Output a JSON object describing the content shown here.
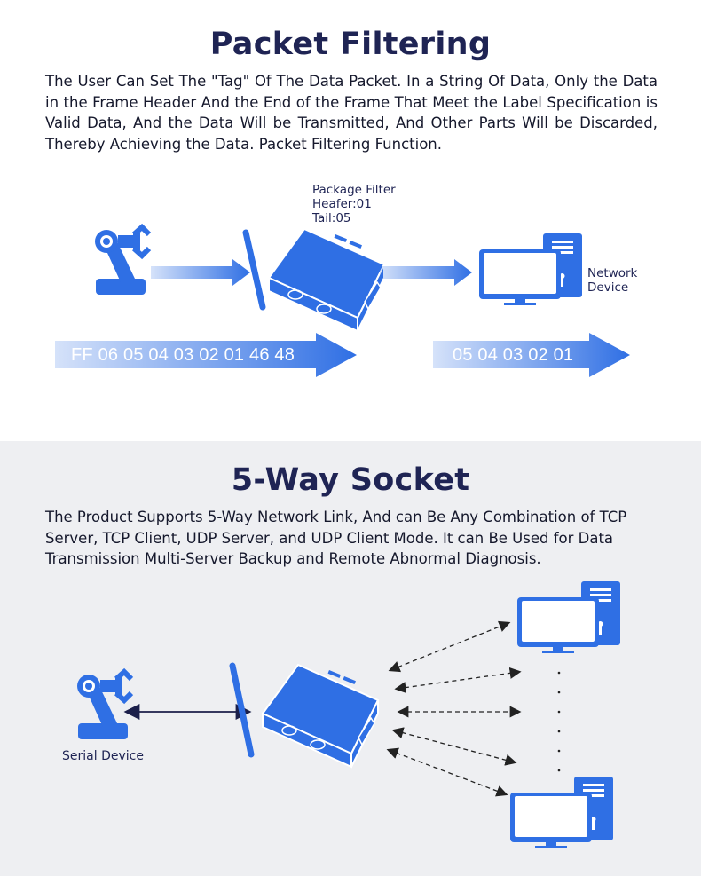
{
  "section1": {
    "title": "Packet Filtering",
    "description": "The User Can Set The \"Tag\" Of The Data Packet. In a String Of Data, Only the Data in the Frame Header And the End of the Frame That Meet the Label Specification is Valid Data, And the Data Will be Transmitted, And Other Parts Will be Discarded, Thereby Achieving the Data. Packet Filtering Function.",
    "filter_label": {
      "line1": "Package Filter",
      "line2": "Heafer:01",
      "line3": "Tail:05"
    },
    "target_label": {
      "line1": "Network",
      "line2": "Device"
    },
    "input_data": "FF 06 05 04 03 02 01 46 48",
    "output_data": "05 04 03 02 01"
  },
  "section2": {
    "title": "5-Way Socket",
    "description": "The Product Supports 5-Way Network Link, And can Be Any Combination of TCP Server, TCP Client, UDP Server, and UDP Client Mode. It can Be Used for Data Transmission Multi-Server Backup and Remote Abnormal Diagnosis.",
    "source_label": "Serial Device"
  },
  "colors": {
    "accent": "#2f6fe4",
    "title": "#1f2454",
    "section2_bg": "#eeeff2"
  }
}
